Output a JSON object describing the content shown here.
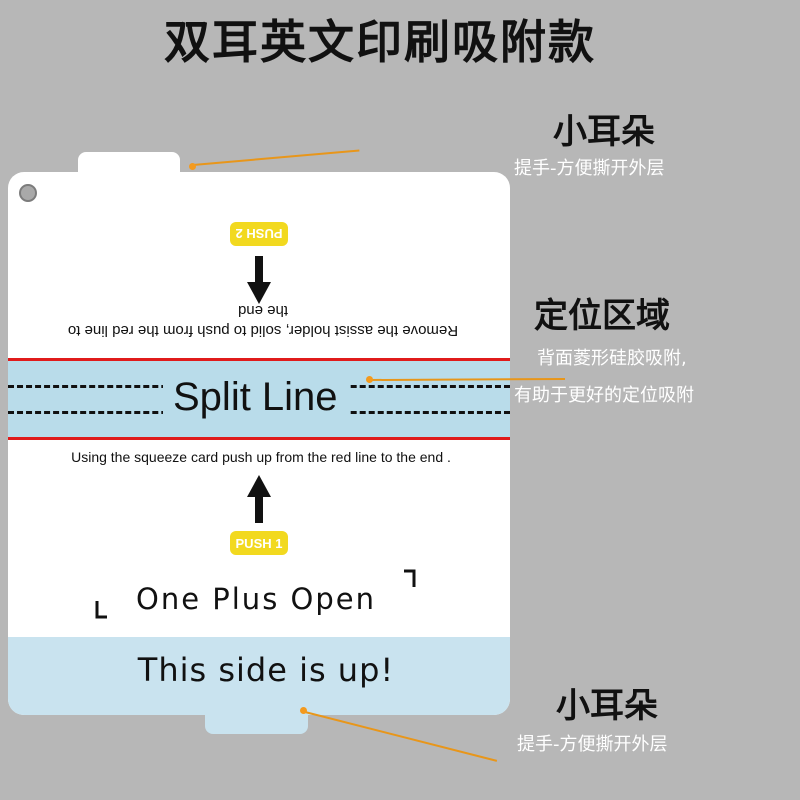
{
  "title": "双耳英文印刷吸附款",
  "callouts": {
    "top_ear": {
      "title": "小耳朵",
      "sub": "提手-方便撕开外层"
    },
    "positioning": {
      "title": "定位区域",
      "line1": "背面菱形硅胶吸附,",
      "line2": "有助于更好的定位吸附"
    },
    "bottom_ear": {
      "title": "小耳朵",
      "sub": "提手-方便撕开外层"
    }
  },
  "card": {
    "push2_label": "PUSH 2",
    "push1_label": "PUSH 1",
    "instruction_upside_down": "Remove the assist holder, solid to push from the red line to the end",
    "split_line": "Split Line",
    "instruction": "Using the squeeze card push up from the red line to the end .",
    "model_name": "One Plus Open",
    "side_up": "This side is up!"
  },
  "colors": {
    "background": "#b7b7b7",
    "leader": "#e8961a",
    "band": "#b9dcea",
    "red_line": "#e01b1b",
    "push_badge": "#f2d91f",
    "bottom_panel": "#c9e3ef"
  }
}
